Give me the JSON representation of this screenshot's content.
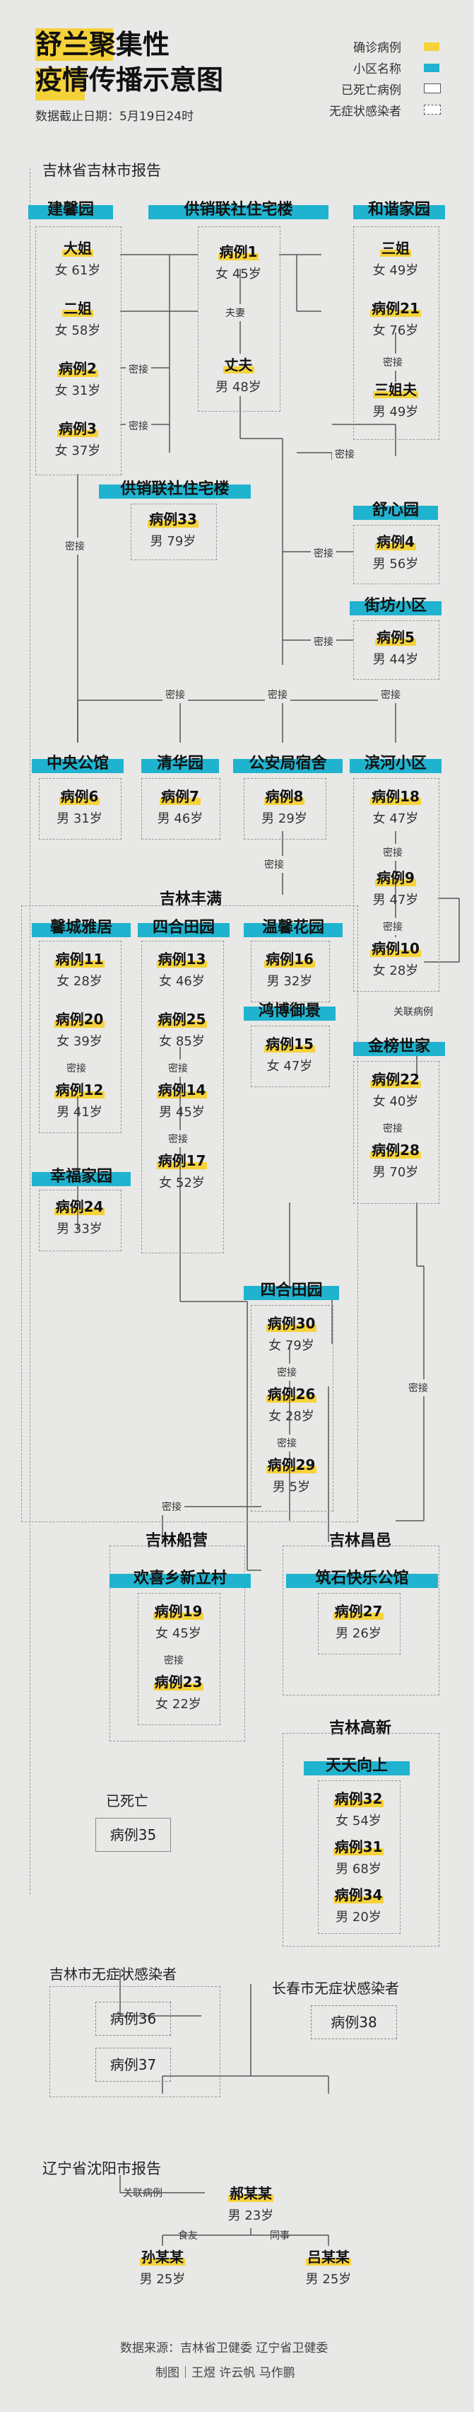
{
  "title_line1": "舒兰聚集性",
  "title_line2": "疫情传播示意图",
  "date": "数据截止日期：5月19日24时",
  "legend": [
    {
      "label": "确诊病例",
      "color": "#f6d23a"
    },
    {
      "label": "小区名称",
      "color": "#1fb3cf"
    },
    {
      "label": "已死亡病例",
      "color": "#ffffff"
    },
    {
      "label": "无症状感染者",
      "color": "#ffffff"
    }
  ],
  "section_jilin": "吉林省吉林市报告",
  "section_shenyang": "辽宁省沈阳市报告",
  "communities": {
    "jianxin": "建馨园",
    "gongxiao1": "供销联社住宅楼",
    "hexie": "和谐家园",
    "gongxiao2": "供销联社住宅楼",
    "shuxin": "舒心园",
    "jiefang": "街坊小区",
    "zhongyang": "中央公馆",
    "qinghua": "清华园",
    "gonganju": "公安局宿舍",
    "binhe": "滨河小区",
    "jilin_fengman": "吉林丰满",
    "xincheng": "馨城雅居",
    "sihetian1": "四合田园",
    "wenxin": "温馨花园",
    "hongbo": "鸿博御景",
    "jinbang": "金榜世家",
    "xingfu": "幸福家园",
    "sihetian2": "四合田园",
    "jilin_chuanying": "吉林船营",
    "huanxi": "欢喜乡新立村",
    "jilin_changyi": "吉林昌邑",
    "zhushi": "筑石快乐公馆",
    "jilin_gaoxin": "吉林高新",
    "tiantian": "天天向上"
  },
  "cases": {
    "dajie": {
      "label": "大姐",
      "detail": "女 61岁"
    },
    "erjie": {
      "label": "二姐",
      "detail": "女 58岁"
    },
    "c2": {
      "label": "病例2",
      "detail": "女 31岁"
    },
    "c3": {
      "label": "病例3",
      "detail": "女 37岁"
    },
    "c1": {
      "label": "病例1",
      "detail": "女 45岁"
    },
    "zhangfu": {
      "label": "丈夫",
      "detail": "男 48岁"
    },
    "sanjie": {
      "label": "三姐",
      "detail": "女 49岁"
    },
    "c21": {
      "label": "病例21",
      "detail": "女 76岁"
    },
    "sanjiefu": {
      "label": "三姐夫",
      "detail": "男 49岁"
    },
    "c33": {
      "label": "病例33",
      "detail": "男 79岁"
    },
    "c4": {
      "label": "病例4",
      "detail": "男 56岁"
    },
    "c5": {
      "label": "病例5",
      "detail": "男 44岁"
    },
    "c6": {
      "label": "病例6",
      "detail": "男 31岁"
    },
    "c7": {
      "label": "病例7",
      "detail": "男 46岁"
    },
    "c8": {
      "label": "病例8",
      "detail": "男 29岁"
    },
    "c18": {
      "label": "病例18",
      "detail": "女 47岁"
    },
    "c9": {
      "label": "病例9",
      "detail": "男 47岁"
    },
    "c10": {
      "label": "病例10",
      "detail": "女 28岁"
    },
    "c11": {
      "label": "病例11",
      "detail": "女 28岁"
    },
    "c20": {
      "label": "病例20",
      "detail": "女 39岁"
    },
    "c12": {
      "label": "病例12",
      "detail": "男 41岁"
    },
    "c13": {
      "label": "病例13",
      "detail": "女 46岁"
    },
    "c25": {
      "label": "病例25",
      "detail": "女 85岁"
    },
    "c14": {
      "label": "病例14",
      "detail": "男 45岁"
    },
    "c17": {
      "label": "病例17",
      "detail": "女 52岁"
    },
    "c16": {
      "label": "病例16",
      "detail": "男 32岁"
    },
    "c15": {
      "label": "病例15",
      "detail": "女 47岁"
    },
    "c22": {
      "label": "病例22",
      "detail": "女 40岁"
    },
    "c28": {
      "label": "病例28",
      "detail": "男 70岁"
    },
    "c24": {
      "label": "病例24",
      "detail": "男 33岁"
    },
    "c30": {
      "label": "病例30",
      "detail": "女 79岁"
    },
    "c26": {
      "label": "病例26",
      "detail": "女 28岁"
    },
    "c29": {
      "label": "病例29",
      "detail": "男 5岁"
    },
    "c19": {
      "label": "病例19",
      "detail": "女 45岁"
    },
    "c23": {
      "label": "病例23",
      "detail": "女 22岁"
    },
    "c27": {
      "label": "病例27",
      "detail": "男 26岁"
    },
    "c32": {
      "label": "病例32",
      "detail": "女 54岁"
    },
    "c31": {
      "label": "病例31",
      "detail": "男 68岁"
    },
    "c34": {
      "label": "病例34",
      "detail": "男 20岁"
    },
    "hao": {
      "label": "郝某某",
      "detail": "男 23岁"
    },
    "sun": {
      "label": "孙某某",
      "detail": "男 25岁"
    },
    "lv": {
      "label": "吕某某",
      "detail": "男 25岁"
    }
  },
  "deceased_title": "已死亡",
  "deceased_case": "病例35",
  "jilin_asym_title": "吉林市无症状感染者",
  "jilin_asym": [
    "病例36",
    "病例37"
  ],
  "changchun_asym_title": "长春市无症状感染者",
  "changchun_asym": "病例38",
  "relations": {
    "fuqi": "夫妻",
    "mijie": "密接",
    "guanlian": "关联病例",
    "jiaoyou": "食友",
    "tongshi": "同事"
  },
  "source": "数据来源：吉林省卫健委  辽宁省卫健委",
  "credits": "制图｜王煜  许云帆  马作鹏"
}
